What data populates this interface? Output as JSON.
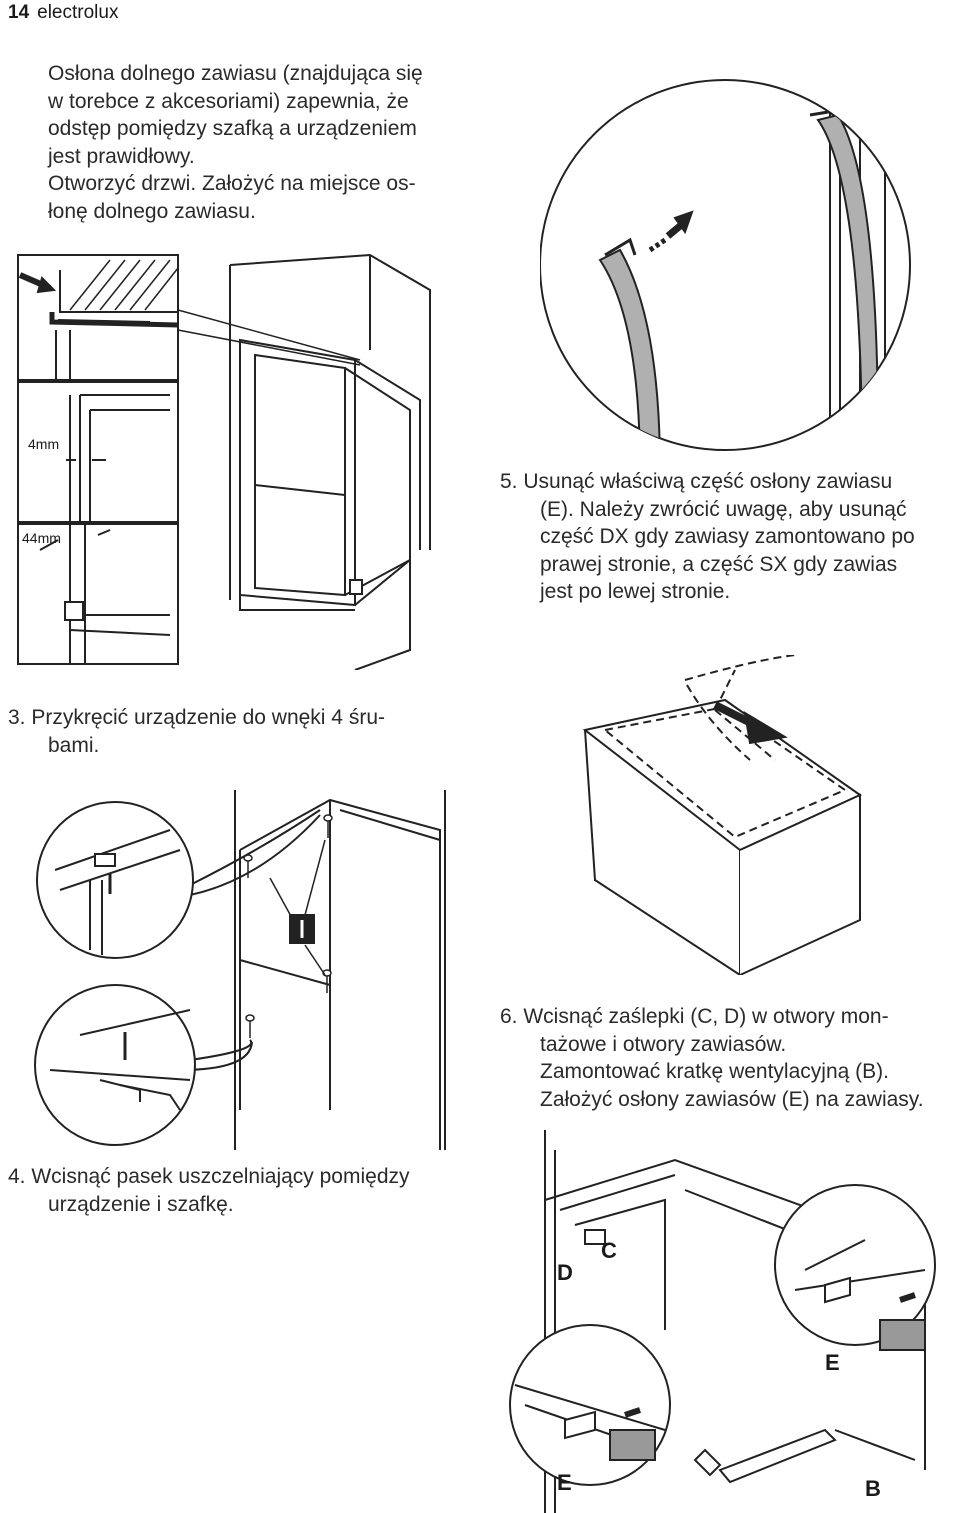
{
  "header": {
    "page_number": "14",
    "brand": "electrolux"
  },
  "step_intro": {
    "lines": [
      "Osłona dolnego zawiasu (znajdująca się",
      "w torebce z akcesoriami) zapewnia, że",
      "odstęp pomiędzy szafką a urządzeniem",
      "jest prawidłowy.",
      "Otworzyć drzwi. Założyć na miejsce os-",
      "łonę dolnego zawiasu."
    ]
  },
  "figure1": {
    "label_4mm": "4mm",
    "label_44mm": "44mm"
  },
  "step5": {
    "lines": [
      "5.  Usunąć właściwą część osłony zawiasu",
      "(E). Należy zwrócić uwagę, aby usunąć",
      "część DX gdy zawiasy zamontowano po",
      "prawej stronie, a część SX gdy zawias",
      "jest po lewej stronie."
    ]
  },
  "step3": {
    "lines": [
      "3.  Przykręcić urządzenie do wnęki 4 śru-",
      "bami."
    ]
  },
  "figure3": {
    "label_I": "I"
  },
  "step6": {
    "lines": [
      "6.  Wcisnąć zaślepki (C, D) w otwory mon-",
      "tażowe i otwory zawiasów.",
      "Zamontować kratkę wentylacyjną (B).",
      "Założyć osłony zawiasów (E) na zawiasy."
    ]
  },
  "step4": {
    "lines": [
      "4.  Wcisnąć pasek uszczelniający pomiędzy",
      "urządzenie i szafkę."
    ]
  },
  "figure6": {
    "label_C": "C",
    "label_D": "D",
    "label_E_right": "E",
    "label_E_left": "E",
    "label_B": "B"
  }
}
